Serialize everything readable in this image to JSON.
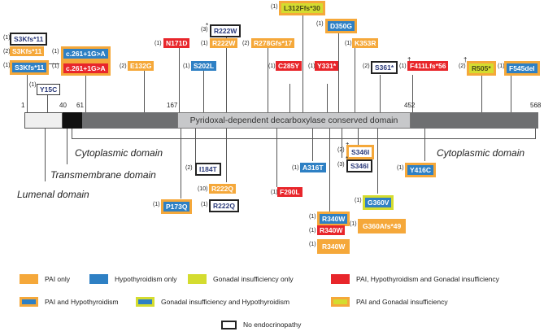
{
  "protein": {
    "positions": [
      "1",
      "40",
      "61",
      "167",
      "452",
      "568"
    ],
    "domain_label": "Pyridoxal-dependent decarboxylase conserved domain"
  },
  "domains": {
    "cytoplasmic_left": "Cytoplasmic domain",
    "transmembrane": "Transmembrane domain",
    "lumenal": "Lumenal domain",
    "cytoplasmic_right": "Cytoplasmic domain"
  },
  "mutations": [
    {
      "label": "S3Kfs*11",
      "count": "(1)",
      "category": "none"
    },
    {
      "label": "S3Kfs*11",
      "count": "(2)",
      "category": "gold"
    },
    {
      "label": "S3Kfs*11",
      "count": "(1)",
      "category": "gb"
    },
    {
      "label": "c.261+1G>A",
      "count": "(1)",
      "category": "gb"
    },
    {
      "label": "c.261+1G>A",
      "count": "(1)",
      "category": "gr"
    },
    {
      "label": "Y15C",
      "count": "(1)",
      "category": "thin"
    },
    {
      "label": "E132G",
      "count": "(2)",
      "category": "gold"
    },
    {
      "label": "N171D",
      "count": "(1)",
      "category": "red"
    },
    {
      "label": "R222W",
      "count": "(3)",
      "category": "none",
      "dagger": "*"
    },
    {
      "label": "R222W",
      "count": "(1)",
      "category": "gold"
    },
    {
      "label": "S202L",
      "count": "(1)",
      "category": "blue"
    },
    {
      "label": "R278Gfs*17",
      "count": "(2)",
      "category": "gold"
    },
    {
      "label": "L312Ffs*30",
      "count": "(1)",
      "category": "gl"
    },
    {
      "label": "D350G",
      "count": "(1)",
      "category": "gb"
    },
    {
      "label": "C285Y",
      "count": "(1)",
      "category": "red"
    },
    {
      "label": "Y331*",
      "count": "(1)",
      "category": "red"
    },
    {
      "label": "K353R",
      "count": "(1)",
      "category": "gold"
    },
    {
      "label": "S361*",
      "count": "(2)",
      "category": "none"
    },
    {
      "label": "F411Lfs*56",
      "count": "(1)",
      "category": "red",
      "dagger": "†"
    },
    {
      "label": "R505*",
      "count": "(2)",
      "category": "gl",
      "dagger": "†"
    },
    {
      "label": "F545del",
      "count": "(1)",
      "category": "gb"
    },
    {
      "label": "I184T",
      "count": "(2)",
      "category": "none"
    },
    {
      "label": "P173Q",
      "count": "(1)",
      "category": "gb"
    },
    {
      "label": "R222Q",
      "count": "(10)",
      "category": "gold"
    },
    {
      "label": "R222Q",
      "count": "(1)",
      "category": "none"
    },
    {
      "label": "A316T",
      "count": "(1)",
      "category": "blue"
    },
    {
      "label": "F290L",
      "count": "(1)",
      "category": "red"
    },
    {
      "label": "R340W",
      "count": "(1)",
      "category": "gb"
    },
    {
      "label": "R340W",
      "count": "(1)",
      "category": "red"
    },
    {
      "label": "R340W",
      "count": "(1)",
      "category": "ga"
    },
    {
      "label": "S346I",
      "count": "(2)",
      "category": "db",
      "dagger": "†"
    },
    {
      "label": "S346I",
      "count": "(3)",
      "category": "none",
      "dagger": "*"
    },
    {
      "label": "G360V",
      "count": "(1)",
      "category": "lb"
    },
    {
      "label": "G360Afs*49",
      "count": "(1)",
      "category": "ga"
    },
    {
      "label": "Y416C",
      "count": "(1)",
      "category": "gb"
    }
  ],
  "legend": [
    {
      "label": "PAI only",
      "category": "gold"
    },
    {
      "label": "Hypothyroidism only",
      "category": "blue"
    },
    {
      "label": "Gonadal insufficiency only",
      "category": "lime"
    },
    {
      "label": "PAI, Hypothyroidism and Gonadal insufficiency",
      "category": "red"
    },
    {
      "label": "PAI and Hypothyroidism",
      "category": "gb"
    },
    {
      "label": "Gonadal insufficiency and Hypothyroidism",
      "category": "lb"
    },
    {
      "label": "PAI and Gonadal insufficiency",
      "category": "gl"
    },
    {
      "label": "No endocrinopathy",
      "category": "none"
    }
  ],
  "colors": {
    "pai": "#f5a83a",
    "hypothyroidism": "#2e80c4",
    "gonadal": "#d4dc2f",
    "all_three": "#e8262b",
    "protein_bar": "#6e6f71",
    "conserved_domain": "#c7c8ca",
    "transmembrane": "#111111",
    "lumenal": "#efefef"
  }
}
